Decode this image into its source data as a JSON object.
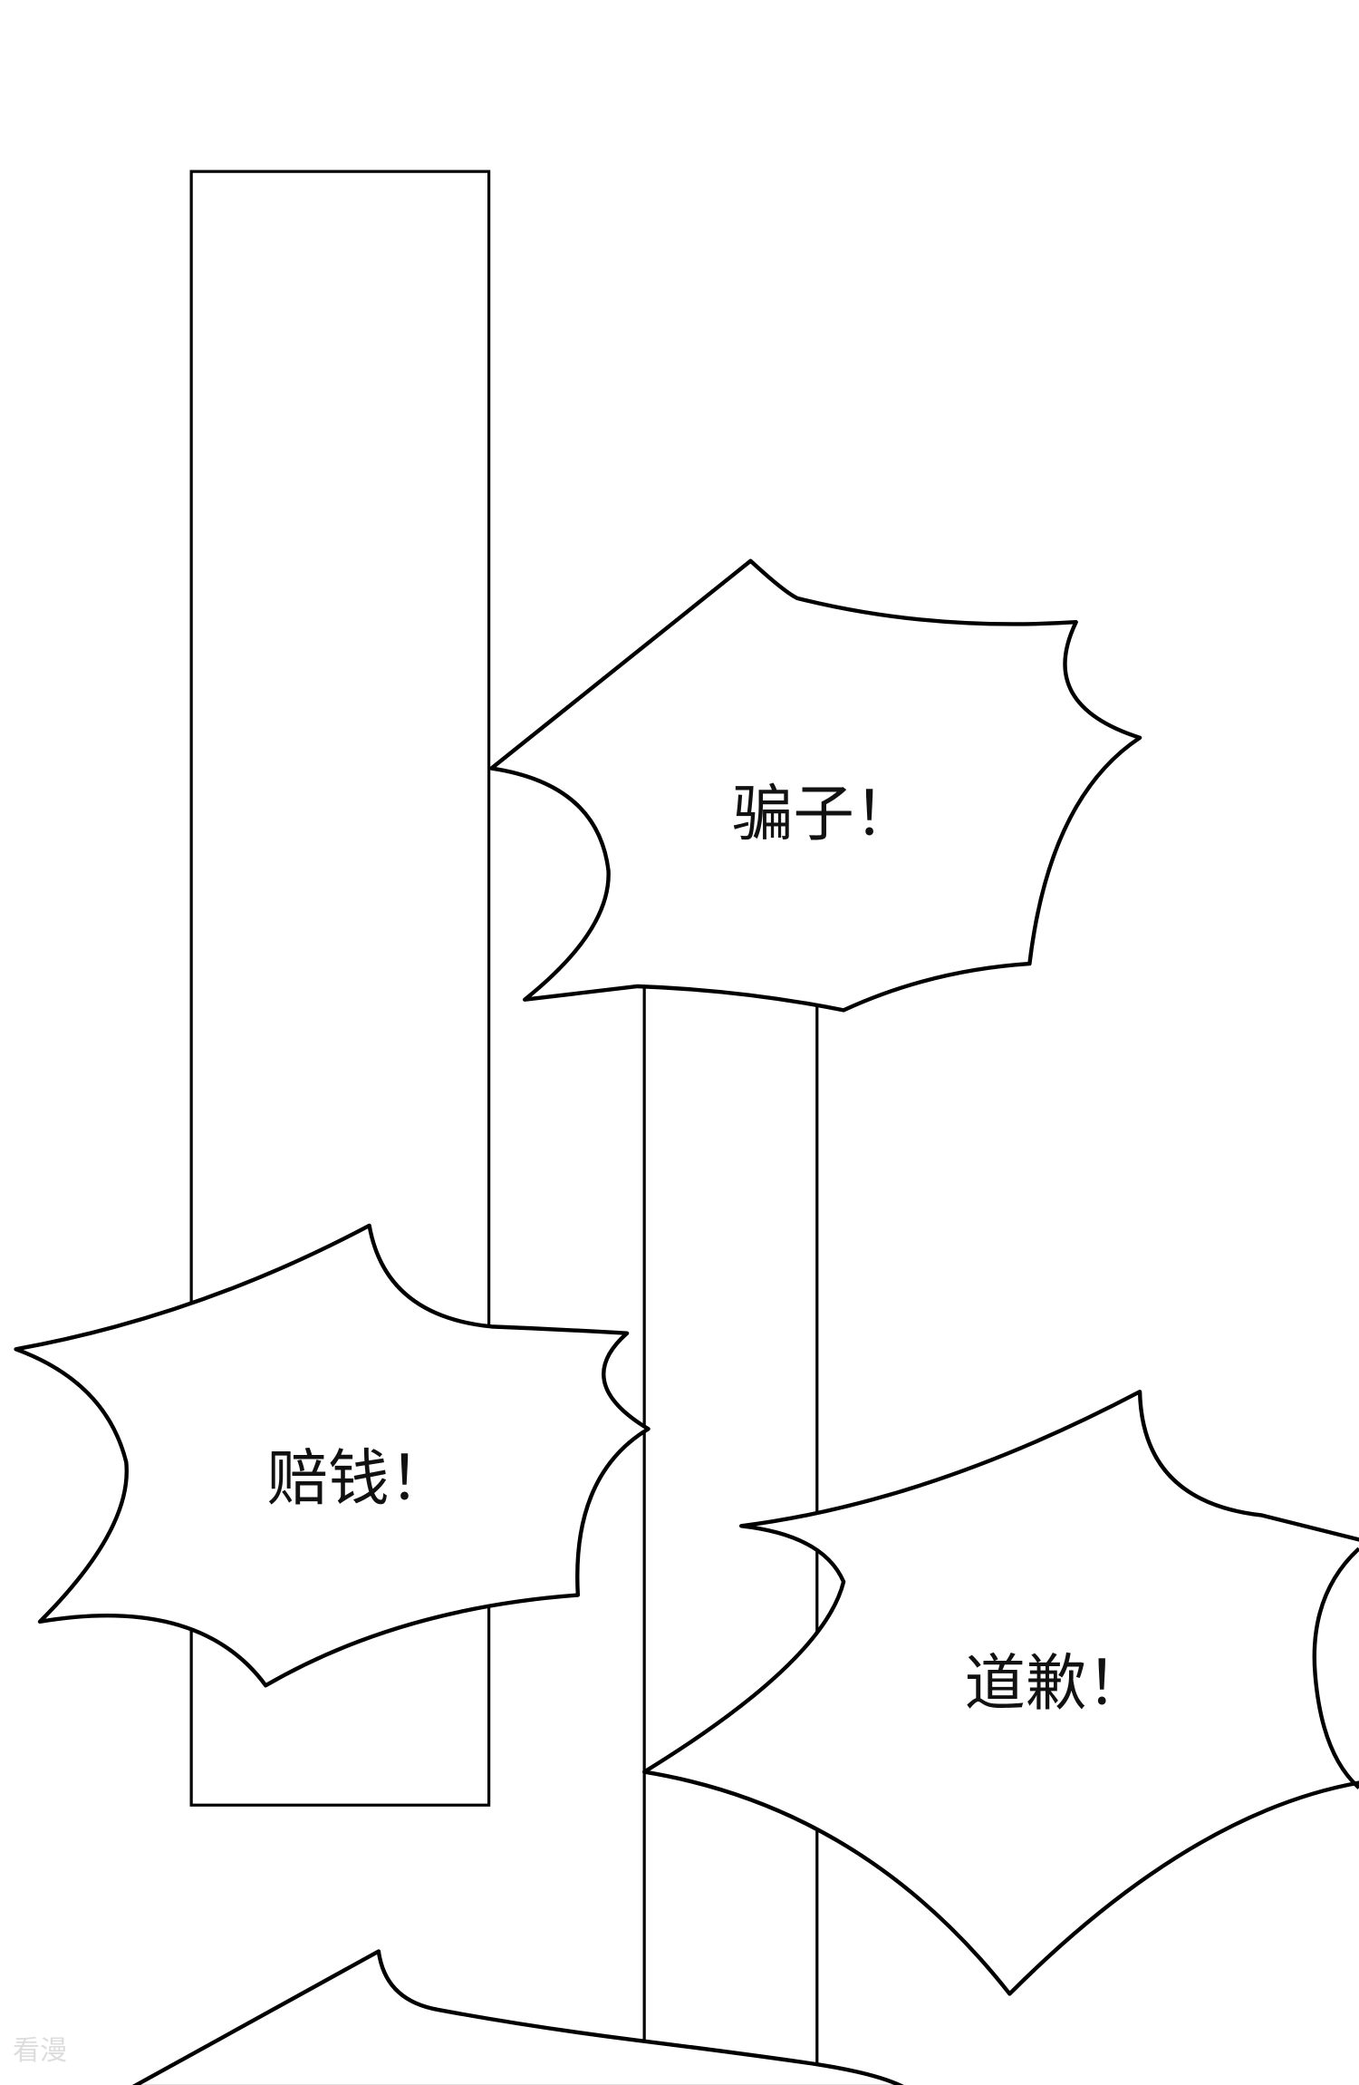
{
  "panel": {
    "bubbles": [
      {
        "text": "骗子！"
      },
      {
        "text": "赔钱！"
      },
      {
        "text": "道歉！"
      }
    ],
    "watermark": "看漫"
  },
  "colors": {
    "ink": "#000000",
    "background": "#ffffff",
    "watermark": "#dddddd"
  }
}
